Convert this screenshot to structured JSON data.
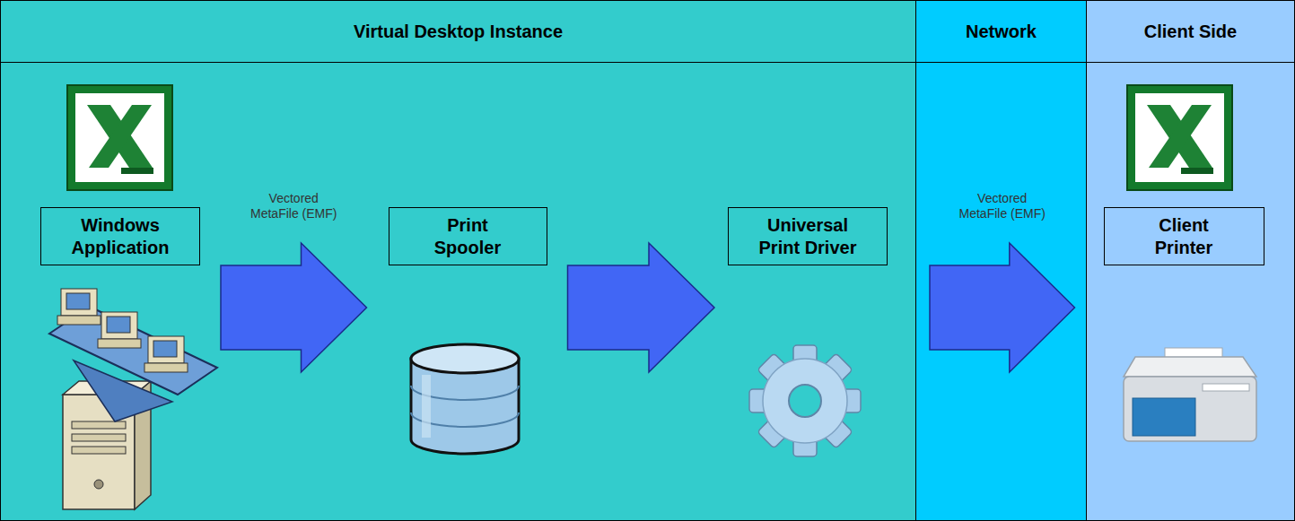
{
  "diagram": {
    "nodes": [
      {
        "text": [
          "Virtual Desktop Instance"
        ]
      },
      {
        "text": [
          "Network"
        ]
      },
      {
        "text": [
          "Client Side"
        ]
      },
      {
        "text": [
          "Windows Application"
        ],
        "in": 0
      },
      {
        "text": [
          "Print Spooler"
        ],
        "in": 0
      },
      {
        "text": [
          "Universal Print Driver"
        ],
        "in": 0
      },
      {
        "text": [
          "Client Printer"
        ],
        "in": 2
      }
    ],
    "edges": [
      {
        "from": 3,
        "to": 4,
        "arrow": "to",
        "label": "Vectored MetaFile (EMF)"
      },
      {
        "from": 4,
        "to": 5,
        "arrow": "to"
      },
      {
        "from": 5,
        "to": 6,
        "arrow": "to",
        "label": "Vectored MetaFile (EMF)"
      }
    ]
  }
}
